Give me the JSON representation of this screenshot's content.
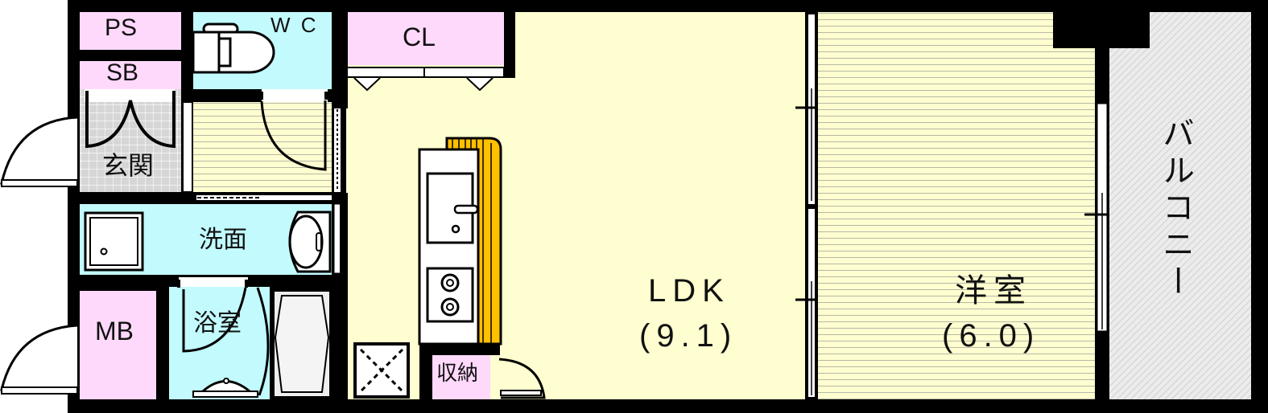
{
  "plan": {
    "type": "floor plan",
    "colors": {
      "wall": "#000000",
      "storage_pink": "#ffd9fb",
      "wet_area_blue": "#c2fafd",
      "floor_cream": "#fefed0",
      "entrance_gray": "#d6d6d6",
      "balcony_gray": "#e6e6e6",
      "kitchen_counter_yellow": "#ffc000"
    },
    "rooms": {
      "ps": {
        "label": "PS"
      },
      "sb": {
        "label": "SB"
      },
      "wc": {
        "label": "W C"
      },
      "genkan": {
        "label": "玄関"
      },
      "closet": {
        "label": "CL"
      },
      "senmen": {
        "label": "洗面"
      },
      "mb": {
        "label": "MB"
      },
      "yokushitsu": {
        "label": "浴室"
      },
      "shuno": {
        "label": "収納"
      },
      "ldk": {
        "label": "LDK",
        "size": "(9.1)"
      },
      "yoshitsu": {
        "label": "洋室",
        "size": "(6.0)"
      },
      "balcony": {
        "label": "バルコニー"
      }
    }
  }
}
